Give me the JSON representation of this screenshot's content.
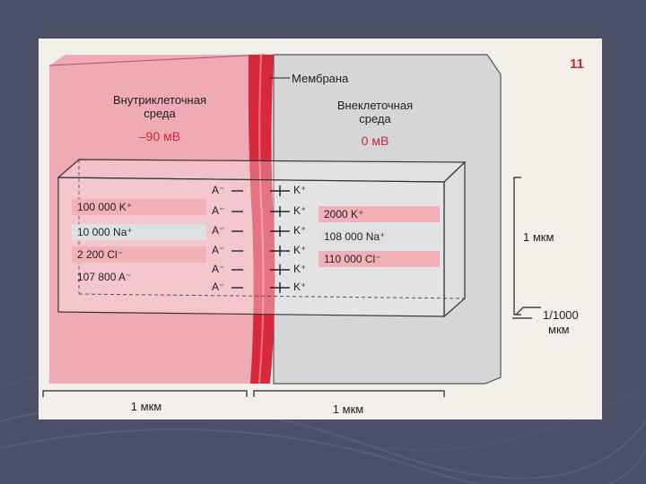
{
  "page_number": "11",
  "membrane_label": "Мембрана",
  "inside": {
    "title_line1": "Внутриклеточная",
    "title_line2": "среда",
    "potential": "–90 мВ",
    "ions": [
      "100 000 K⁺",
      "10 000 Na⁺",
      "2 200 Cl⁻",
      "107 800 A⁻"
    ]
  },
  "outside": {
    "title_line1": "Внеклеточная",
    "title_line2": "среда",
    "potential": "0 мВ",
    "ions": [
      "2000 K⁺",
      "108 000 Na⁺",
      "110 000 Cl⁻"
    ]
  },
  "membrane_anions": [
    "A⁻",
    "A⁻",
    "A⁻",
    "A⁻",
    "A⁻",
    "A⁻"
  ],
  "membrane_cations": [
    "K⁺",
    "K⁺",
    "K⁺",
    "K⁺",
    "K⁺",
    "K⁺"
  ],
  "scale_thickness": "1 мкм",
  "scale_fraction_line1": "1/1000",
  "scale_fraction_line2": "мкм",
  "scale_bottom_left": "1 мкм",
  "scale_bottom_right": "1 мкм",
  "colors": {
    "slide_bg": "#4a5068",
    "inside_fill": "#efaab4",
    "membrane": "#d8283c",
    "outside_fill": "#d5d6d8",
    "ion_band": "#f2b1b7"
  }
}
